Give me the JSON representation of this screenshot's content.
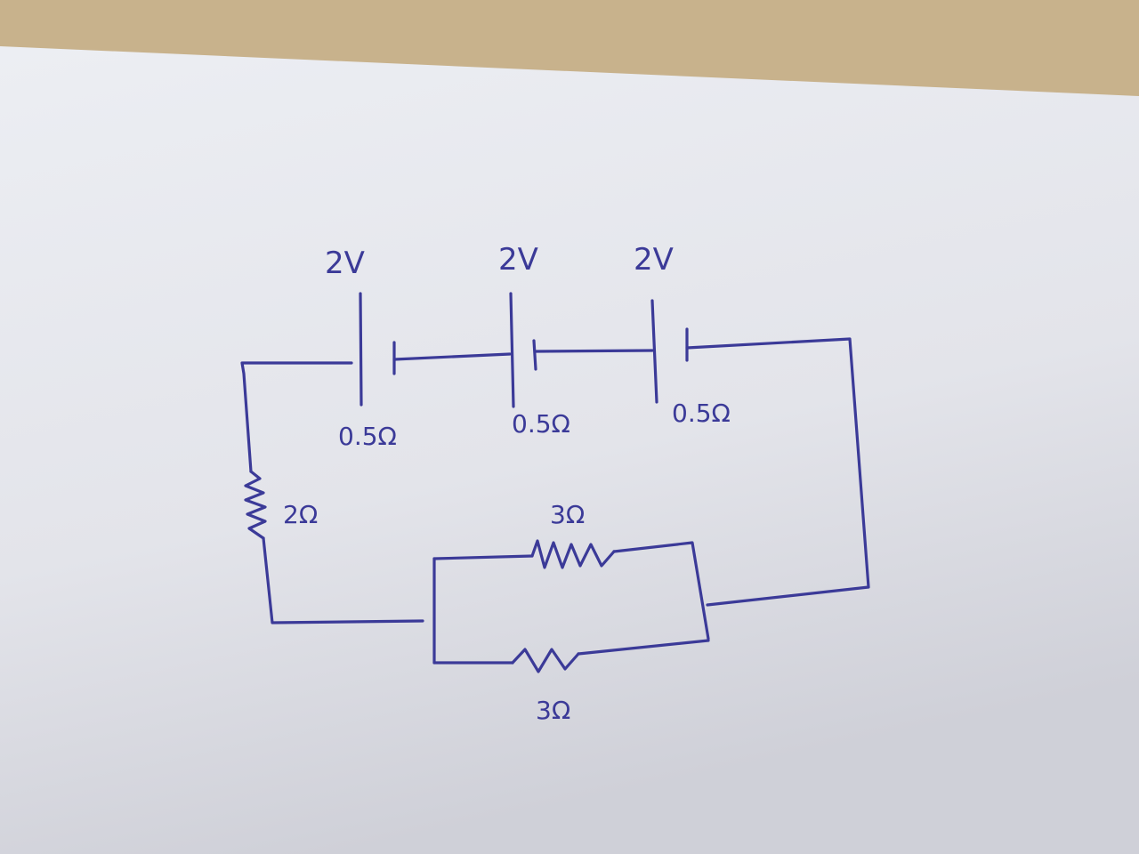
{
  "diagram": {
    "type": "circuit",
    "cells": [
      {
        "emf": "2V",
        "internal_resistance": "0.5Ω"
      },
      {
        "emf": "2V",
        "internal_resistance": "0.5Ω"
      },
      {
        "emf": "2V",
        "internal_resistance": "0.5Ω"
      }
    ],
    "series_resistor": {
      "label": "2Ω"
    },
    "parallel_resistors": [
      {
        "label": "3Ω"
      },
      {
        "label": "3Ω"
      }
    ]
  },
  "colors": {
    "ink": "#3b3a98",
    "paper": "#e4e5ec",
    "table": "#c8b28c"
  }
}
